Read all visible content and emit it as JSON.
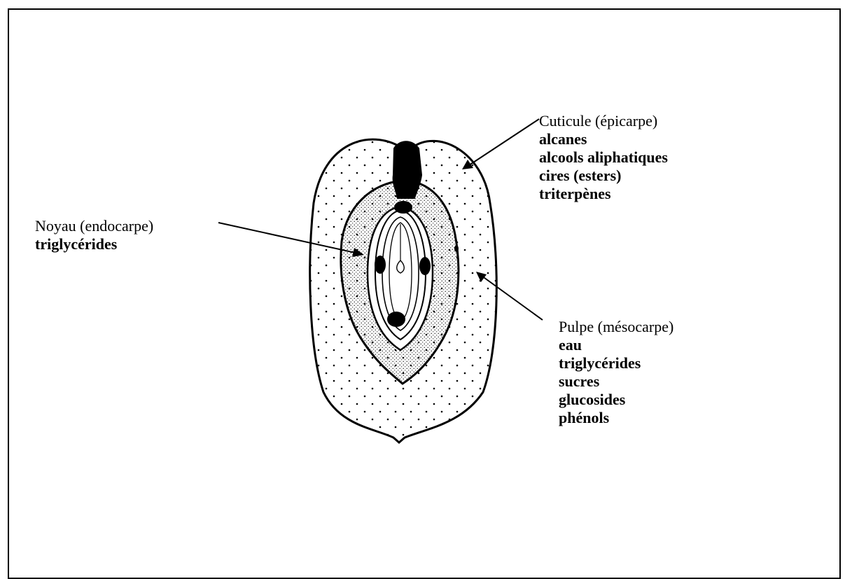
{
  "noyau": {
    "heading": "Noyau (endocarpe)",
    "items": [
      "triglycérides"
    ]
  },
  "cuticule": {
    "heading": "Cuticule (épicarpe)",
    "items": [
      "alcanes",
      "alcools aliphatiques",
      "cires (esters)",
      "triterpènes"
    ]
  },
  "pulpe": {
    "heading": "Pulpe (mésocarpe)",
    "items": [
      "eau",
      "triglycérides",
      "sucres",
      "glucosides",
      "phénols"
    ]
  }
}
